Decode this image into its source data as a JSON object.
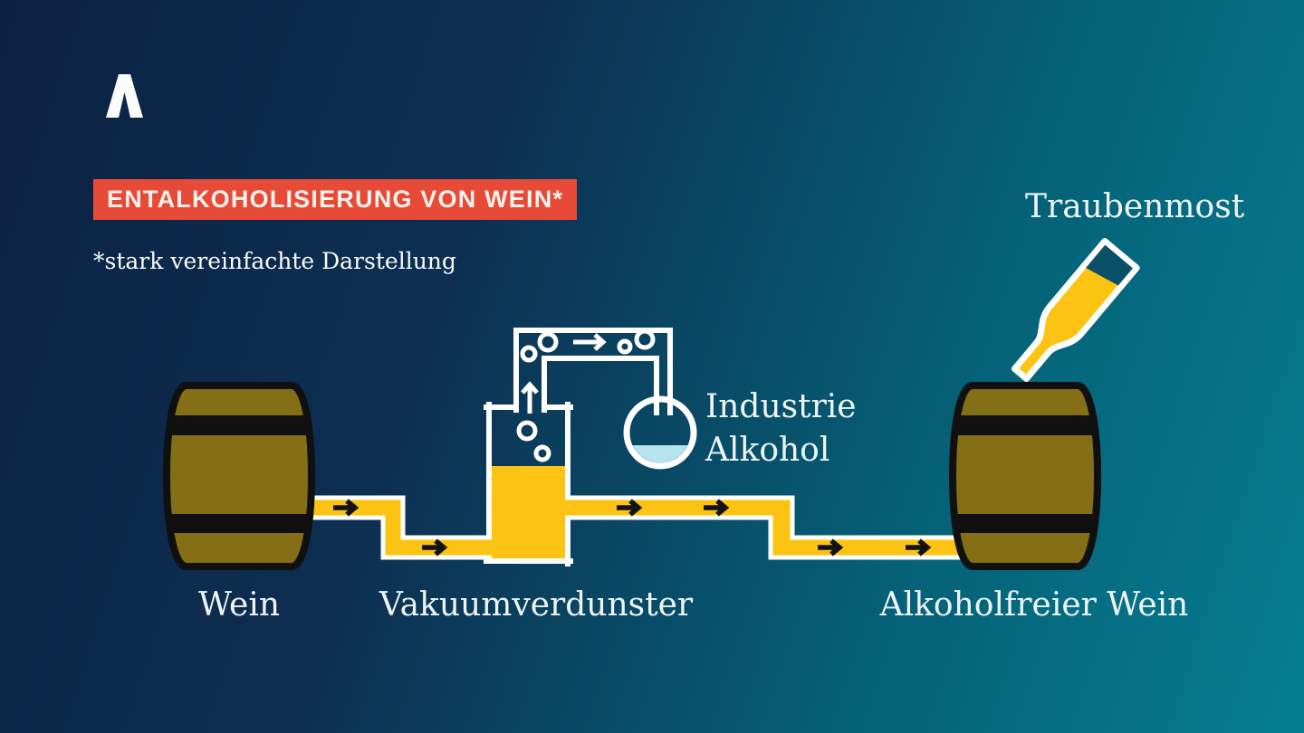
{
  "colors": {
    "bg_navy": "#0c2142",
    "bg_teal": "#067e92",
    "banner_red": "#e84a38",
    "pipe_yellow": "#fcc313",
    "barrel_olive": "#846f16",
    "outline_black": "#131313",
    "flask_liquid_blue": "#b5e3ee",
    "text_white": "#eff4f4"
  },
  "header": {
    "title": "ENTALKOHOLISIERUNG VON WEIN*",
    "footnote": "*stark vereinfachte Darstellung"
  },
  "logo": {
    "icon": "caret-icon"
  },
  "diagram": {
    "nodes": [
      {
        "id": "wine-barrel",
        "icon": "barrel-icon",
        "label": "Wein"
      },
      {
        "id": "vacuum-evaporator",
        "icon": "tank-icon",
        "label": "Vakuumverdunster"
      },
      {
        "id": "industrial-alcohol-flask",
        "icon": "flask-icon",
        "label": "Industrie Alkohol"
      },
      {
        "id": "alcohol-free-wine-barrel",
        "icon": "barrel-icon",
        "label": "Alkoholfreier Wein"
      },
      {
        "id": "grape-must-bottle",
        "icon": "bottle-icon",
        "label": "Traubenmost"
      }
    ]
  }
}
